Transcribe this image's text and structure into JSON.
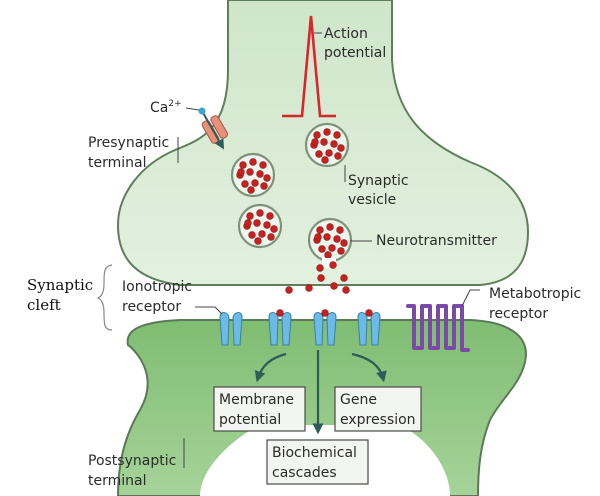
{
  "labels": {
    "action_potential": [
      "Action",
      "potential"
    ],
    "calcium": "Ca",
    "calcium_charge": "2+",
    "presynaptic_terminal": [
      "Presynaptic",
      "terminal"
    ],
    "synaptic_vesicle": [
      "Synaptic",
      "vesicle"
    ],
    "neurotransmitter": "Neurotransmitter",
    "synaptic_cleft": [
      "Synaptic",
      "cleft"
    ],
    "ionotropic_receptor": [
      "Ionotropic",
      "receptor"
    ],
    "metabotropic_receptor": [
      "Metabotropic",
      "receptor"
    ],
    "membrane_potential": [
      "Membrane",
      "potential"
    ],
    "gene_expression": [
      "Gene",
      "expression"
    ],
    "biochemical_cascades": [
      "Biochemical",
      "cascades"
    ],
    "postsynaptic_terminal": [
      "Postsynaptic",
      "terminal"
    ]
  },
  "colors": {
    "presynaptic_fill": "#d4e9cf",
    "postsynaptic_fill": "#8cc47f",
    "membrane_stroke": "#5a7a55",
    "action_potential": "#d8262b",
    "neurotransmitter": "#c8201f",
    "receptor": "#6cbbe6",
    "metabotropic": "#7a4aa6",
    "channel": "#e8917a",
    "arrow": "#2f5b58"
  }
}
